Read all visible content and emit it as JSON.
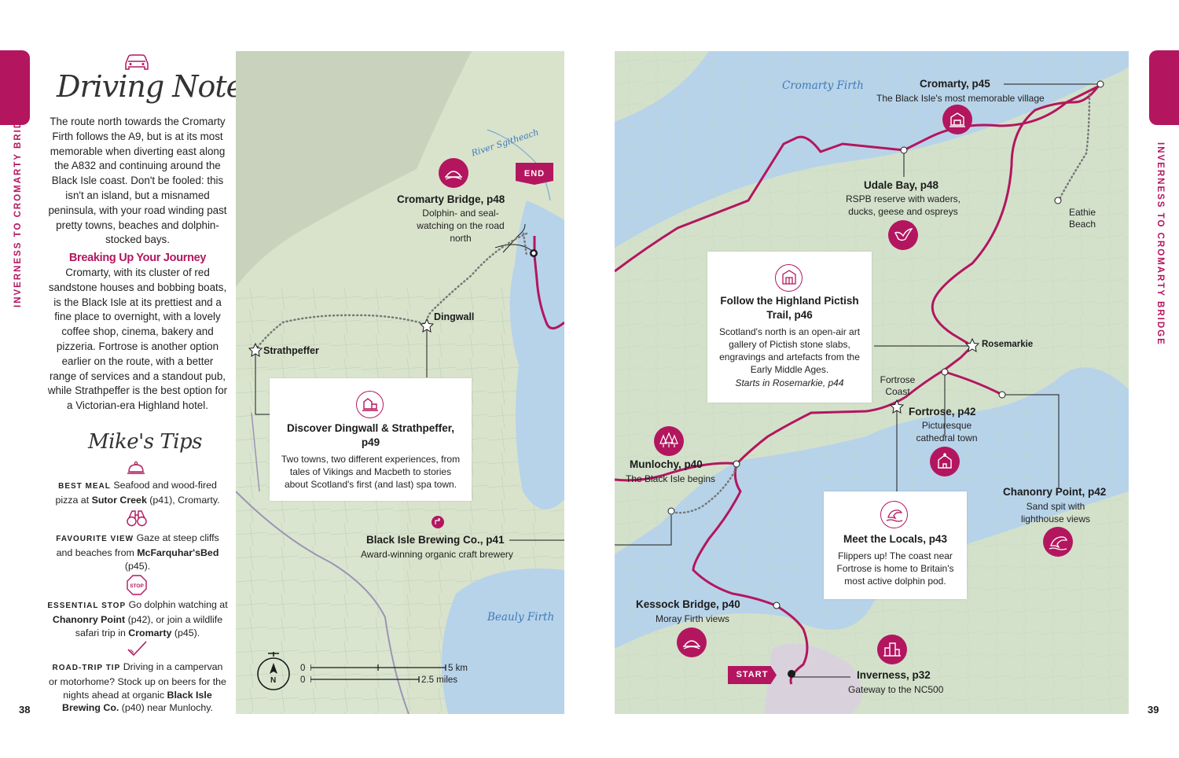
{
  "left_page": {
    "page_number": "38",
    "side_tab": "INVERNESS TO CROMARTY BRIDGE",
    "title": "Driving Notes",
    "intro": "The route north towards the Cromarty Firth follows the A9, but is at its most memorable when diverting east along the A832 and continuing around the Black Isle coast. Don't be fooled: this isn't an island, but a misnamed peninsula, with your road winding past pretty towns, beaches and dolphin-stocked bays.",
    "journey_heading": "Breaking Up Your Journey",
    "journey_text": "Cromarty, with its cluster of red sandstone houses and bobbing boats, is the Black Isle at its prettiest and a fine place to overnight, with a lovely coffee shop, cinema, bakery and pizzeria. Fortrose is another option earlier on the route, with a better range of services and a standout pub, while Strathpeffer is the best option for a Victorian-era Highland hotel.",
    "tips_title": "Mike's Tips",
    "tips": [
      {
        "icon": "cloche-icon",
        "label": "BEST MEAL",
        "text_a": "Seafood and wood-fired pizza at ",
        "bold": "Sutor Creek",
        "text_b": " (p41), Cromarty."
      },
      {
        "icon": "binoculars-icon",
        "label": "FAVOURITE VIEW",
        "text_a": "Gaze at steep cliffs and beaches from ",
        "bold": "McFarquhar'sBed",
        "text_b": " (p45)."
      },
      {
        "icon": "stop-sign-icon",
        "stop_text": "STOP",
        "label": "ESSENTIAL STOP",
        "text_a": "Go dolphin watching at ",
        "bold": "Chanonry Point",
        "text_b": " (p42), or join a wildlife safari trip in ",
        "bold2": "Cromarty",
        "text_c": " (p45)."
      },
      {
        "icon": "check-icon",
        "label": "ROAD-TRIP TIP",
        "text_a": "Driving in a campervan or motorhome? Stock up on beers for the nights ahead at organic ",
        "bold": "Black Isle Brewing Co.",
        "text_b": " (p40) near Munlochy."
      }
    ]
  },
  "left_map": {
    "river_label": "River Sgitheach",
    "water_label": "Beauly Firth",
    "end_flag": "END",
    "cromarty_bridge": {
      "title": "Cromarty Bridge, p48",
      "desc": "Dolphin- and seal-watching on the road north"
    },
    "dingwall": "Dingwall",
    "strathpeffer": "Strathpeffer",
    "brewing": {
      "title": "Black Isle Brewing Co., p41",
      "desc": "Award-winning organic craft brewery"
    },
    "box": {
      "title": "Discover Dingwall & Strathpeffer, p49",
      "desc": "Two towns, two different experiences, from tales of Vikings and Macbeth to stories about Scotland's first (and last) spa town."
    },
    "scale_zero": "0",
    "scale_km": "5 km",
    "scale_miles": "2.5 miles",
    "compass_n": "N"
  },
  "right_page": {
    "page_number": "39",
    "side_tab": "INVERNESS TO CROMARTY BRIDGE"
  },
  "right_map": {
    "water_label": "Cromarty Firth",
    "start_flag": "START",
    "cromarty": {
      "title": "Cromarty, p45",
      "desc": "The Black Isle's most memorable village"
    },
    "udale": {
      "title": "Udale Bay, p48",
      "desc": "RSPB reserve with waders, ducks, geese and ospreys"
    },
    "eathie": "Eathie Beach",
    "rosemarkie": "Rosemarkie",
    "fortrose_coast": "Fortrose Coast",
    "fortrose": {
      "title": "Fortrose, p42",
      "desc": "Picturesque cathedral town"
    },
    "munlochy": {
      "title": "Munlochy, p40",
      "desc": "The Black Isle begins"
    },
    "chanonry": {
      "title": "Chanonry Point, p42",
      "desc": "Sand spit with lighthouse views"
    },
    "kessock": {
      "title": "Kessock Bridge, p40",
      "desc": "Moray Firth views"
    },
    "inverness": {
      "title": "Inverness, p32",
      "desc": "Gateway to the NC500"
    },
    "pictish_box": {
      "title": "Follow the Highland Pictish Trail, p46",
      "desc": "Scotland's north is an open-air art gallery of Pictish stone slabs, engravings and artefacts from the Early Middle Ages.",
      "note": "Starts in Rosemarkie, p44"
    },
    "locals_box": {
      "title": "Meet the Locals, p43",
      "desc": "Flippers up! The coast near Fortrose is home to Britain's most active dolphin pod."
    }
  },
  "colors": {
    "accent": "#b3165f",
    "land": "#d3e1cb",
    "water": "#b7d3ea"
  }
}
